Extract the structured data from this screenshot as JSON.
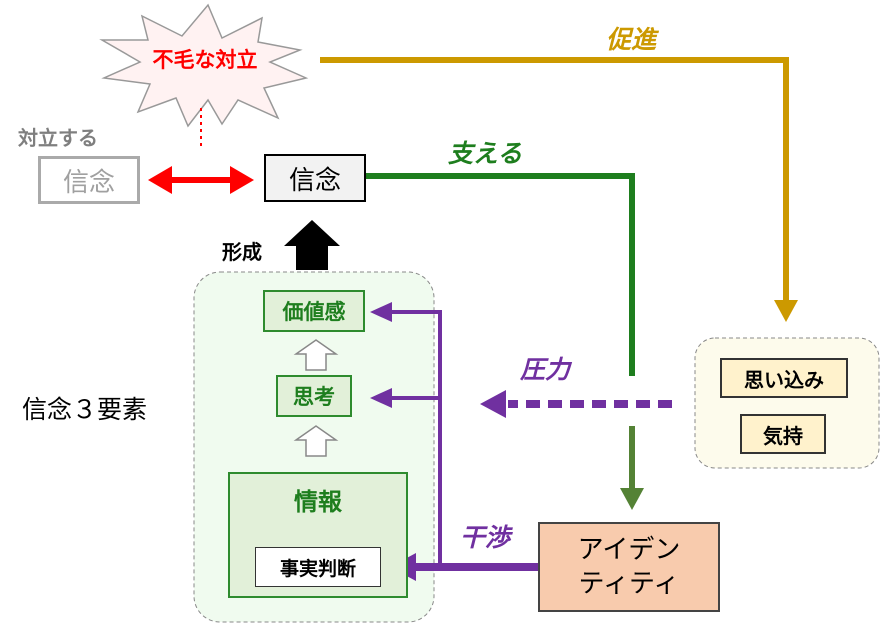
{
  "conflict_label": "不毛な対立",
  "opposing": {
    "caption": "対立する",
    "box": "信念"
  },
  "belief": "信念",
  "forming_label": "形成",
  "elements_title": "信念３要素",
  "values": "価値感",
  "thinking": "思考",
  "information": {
    "title": "情報",
    "fact": "事実判断"
  },
  "identity": {
    "line1": "アイデン",
    "line2": "ティティ"
  },
  "feelings": {
    "item1": "思い込み",
    "item2": "気持"
  },
  "edges": {
    "promote": "促進",
    "support": "支える",
    "pressure": "圧力",
    "interfere": "干渉"
  },
  "colors": {
    "promote": "#cc9900",
    "support": "#1e7e1e",
    "pressure": "#7030a0",
    "conflict": "#ff0000",
    "identity_fill": "#f8cbad"
  }
}
